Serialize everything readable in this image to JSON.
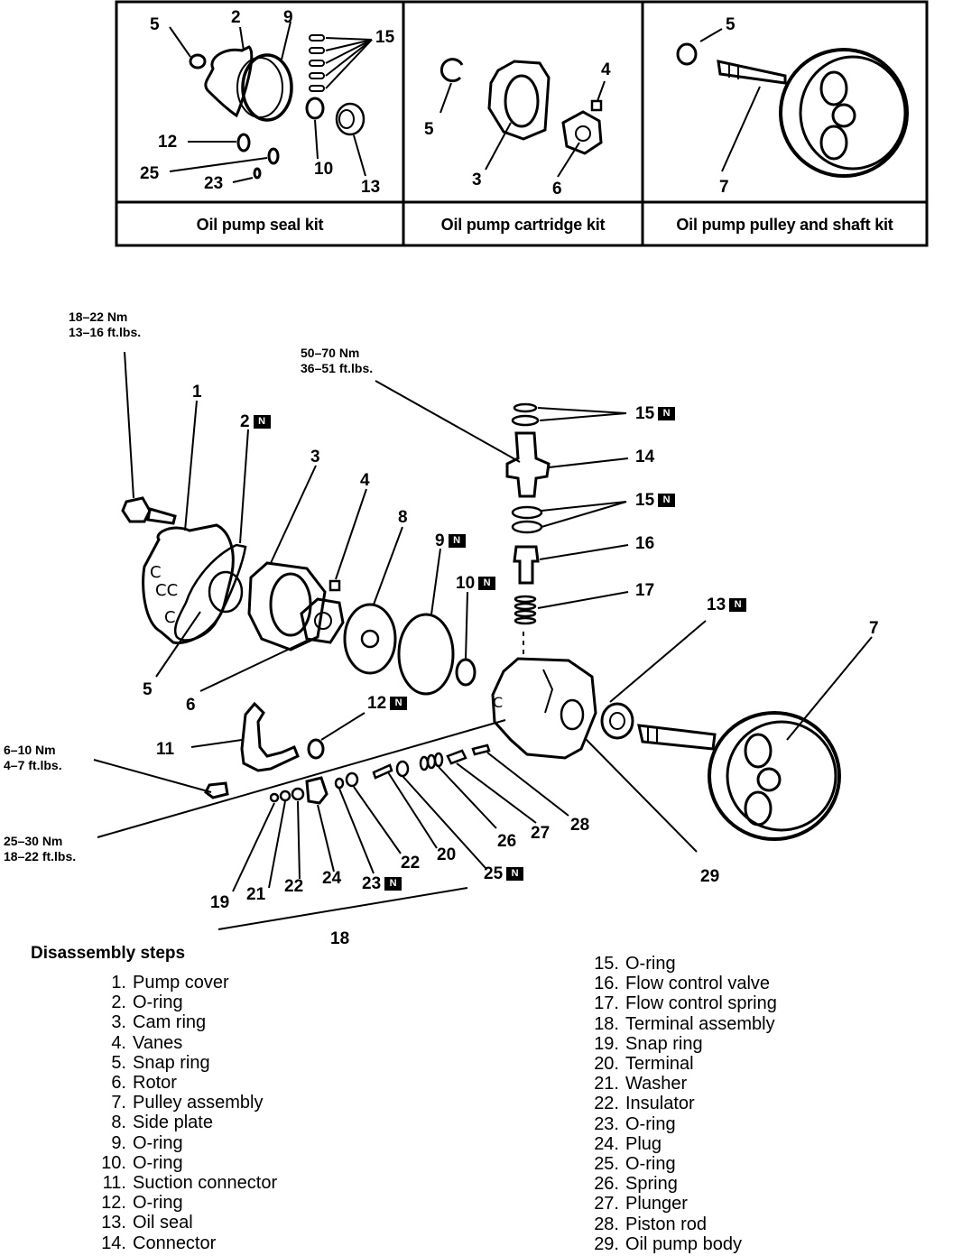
{
  "kits": [
    {
      "caption": "Oil pump seal kit",
      "parts": [
        "5",
        "2",
        "9",
        "15",
        "12",
        "10",
        "13",
        "25",
        "23"
      ]
    },
    {
      "caption": "Oil pump cartridge kit",
      "parts": [
        "5",
        "3",
        "4",
        "6"
      ]
    },
    {
      "caption": "Oil pump pulley and shaft kit",
      "parts": [
        "5",
        "7"
      ]
    }
  ],
  "torque_specs": [
    {
      "nm": "18–22 Nm",
      "ftlbs": "13–16 ft.lbs."
    },
    {
      "nm": "50–70 Nm",
      "ftlbs": "36–51 ft.lbs."
    },
    {
      "nm": "6–10 Nm",
      "ftlbs": "4–7 ft.lbs."
    },
    {
      "nm": "25–30 Nm",
      "ftlbs": "18–22 ft.lbs."
    }
  ],
  "new_part_marker": "N",
  "callouts": {
    "p1": "1",
    "p2": "2",
    "p3": "3",
    "p4": "4",
    "p5": "5",
    "p6": "6",
    "p7": "7",
    "p8": "8",
    "p9": "9",
    "p10": "10",
    "p11": "11",
    "p12": "12",
    "p13": "13",
    "p14": "14",
    "p15a": "15",
    "p15b": "15",
    "p16": "16",
    "p17": "17",
    "p18": "18",
    "p19": "19",
    "p20": "20",
    "p21": "21",
    "p22a": "22",
    "p22b": "22",
    "p23": "23",
    "p24": "24",
    "p25": "25",
    "p26": "26",
    "p27": "27",
    "p28": "28",
    "p29": "29"
  },
  "disassembly": {
    "title": "Disassembly steps",
    "steps_left": [
      {
        "num": "1.",
        "name": "Pump cover"
      },
      {
        "num": "2.",
        "name": "O-ring"
      },
      {
        "num": "3.",
        "name": "Cam ring"
      },
      {
        "num": "4.",
        "name": "Vanes"
      },
      {
        "num": "5.",
        "name": "Snap ring"
      },
      {
        "num": "6.",
        "name": "Rotor"
      },
      {
        "num": "7.",
        "name": "Pulley assembly"
      },
      {
        "num": "8.",
        "name": "Side plate"
      },
      {
        "num": "9.",
        "name": "O-ring"
      },
      {
        "num": "10.",
        "name": "O-ring"
      },
      {
        "num": "11.",
        "name": "Suction connector"
      },
      {
        "num": "12.",
        "name": "O-ring"
      },
      {
        "num": "13.",
        "name": "Oil seal"
      },
      {
        "num": "14.",
        "name": "Connector"
      }
    ],
    "steps_right": [
      {
        "num": "15.",
        "name": "O-ring"
      },
      {
        "num": "16.",
        "name": "Flow control valve"
      },
      {
        "num": "17.",
        "name": "Flow control spring"
      },
      {
        "num": "18.",
        "name": "Terminal assembly"
      },
      {
        "num": "19.",
        "name": "Snap ring"
      },
      {
        "num": "20.",
        "name": "Terminal"
      },
      {
        "num": "21.",
        "name": "Washer"
      },
      {
        "num": "22.",
        "name": "Insulator"
      },
      {
        "num": "23.",
        "name": "O-ring"
      },
      {
        "num": "24.",
        "name": "Plug"
      },
      {
        "num": "25.",
        "name": "O-ring"
      },
      {
        "num": "26.",
        "name": "Spring"
      },
      {
        "num": "27.",
        "name": "Plunger"
      },
      {
        "num": "28.",
        "name": "Piston rod"
      },
      {
        "num": "29.",
        "name": "Oil pump body"
      }
    ]
  }
}
